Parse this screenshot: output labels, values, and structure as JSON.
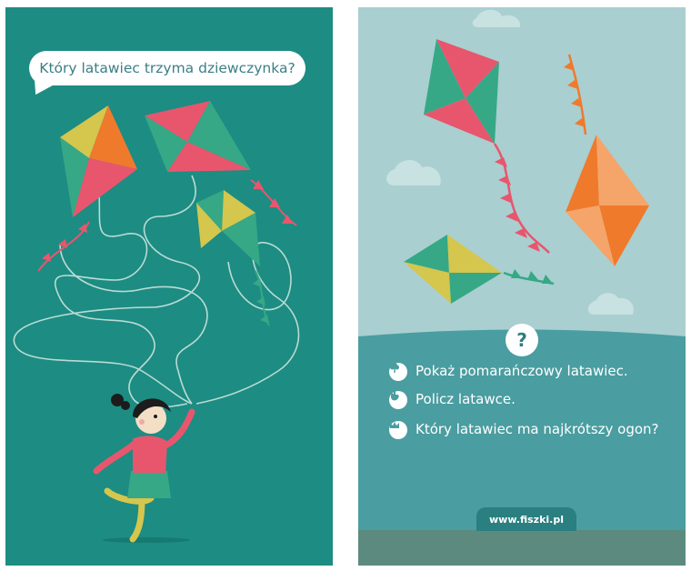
{
  "left_card": {
    "question": "Który latawiec trzyma dziewczynka?",
    "background_color": "#1d8c83"
  },
  "right_card": {
    "question_mark": "?",
    "tasks": [
      {
        "icon": "flower-icon",
        "text": "Pokaż pomarańczowy latawiec."
      },
      {
        "icon": "hand-icon",
        "text": "Policz latawce."
      },
      {
        "icon": "crown-icon",
        "text": "Który latawiec ma najkrótszy ogon?"
      }
    ],
    "footer": "www.fiszki.pl",
    "background_color": "#a9cfd0",
    "panel_color": "#4a9da0"
  },
  "colors": {
    "kite_pink": "#e8566e",
    "kite_green": "#36a886",
    "kite_yellow": "#d5c64e",
    "kite_orange": "#f07a2c",
    "kite_light_orange": "#f5a56a"
  }
}
